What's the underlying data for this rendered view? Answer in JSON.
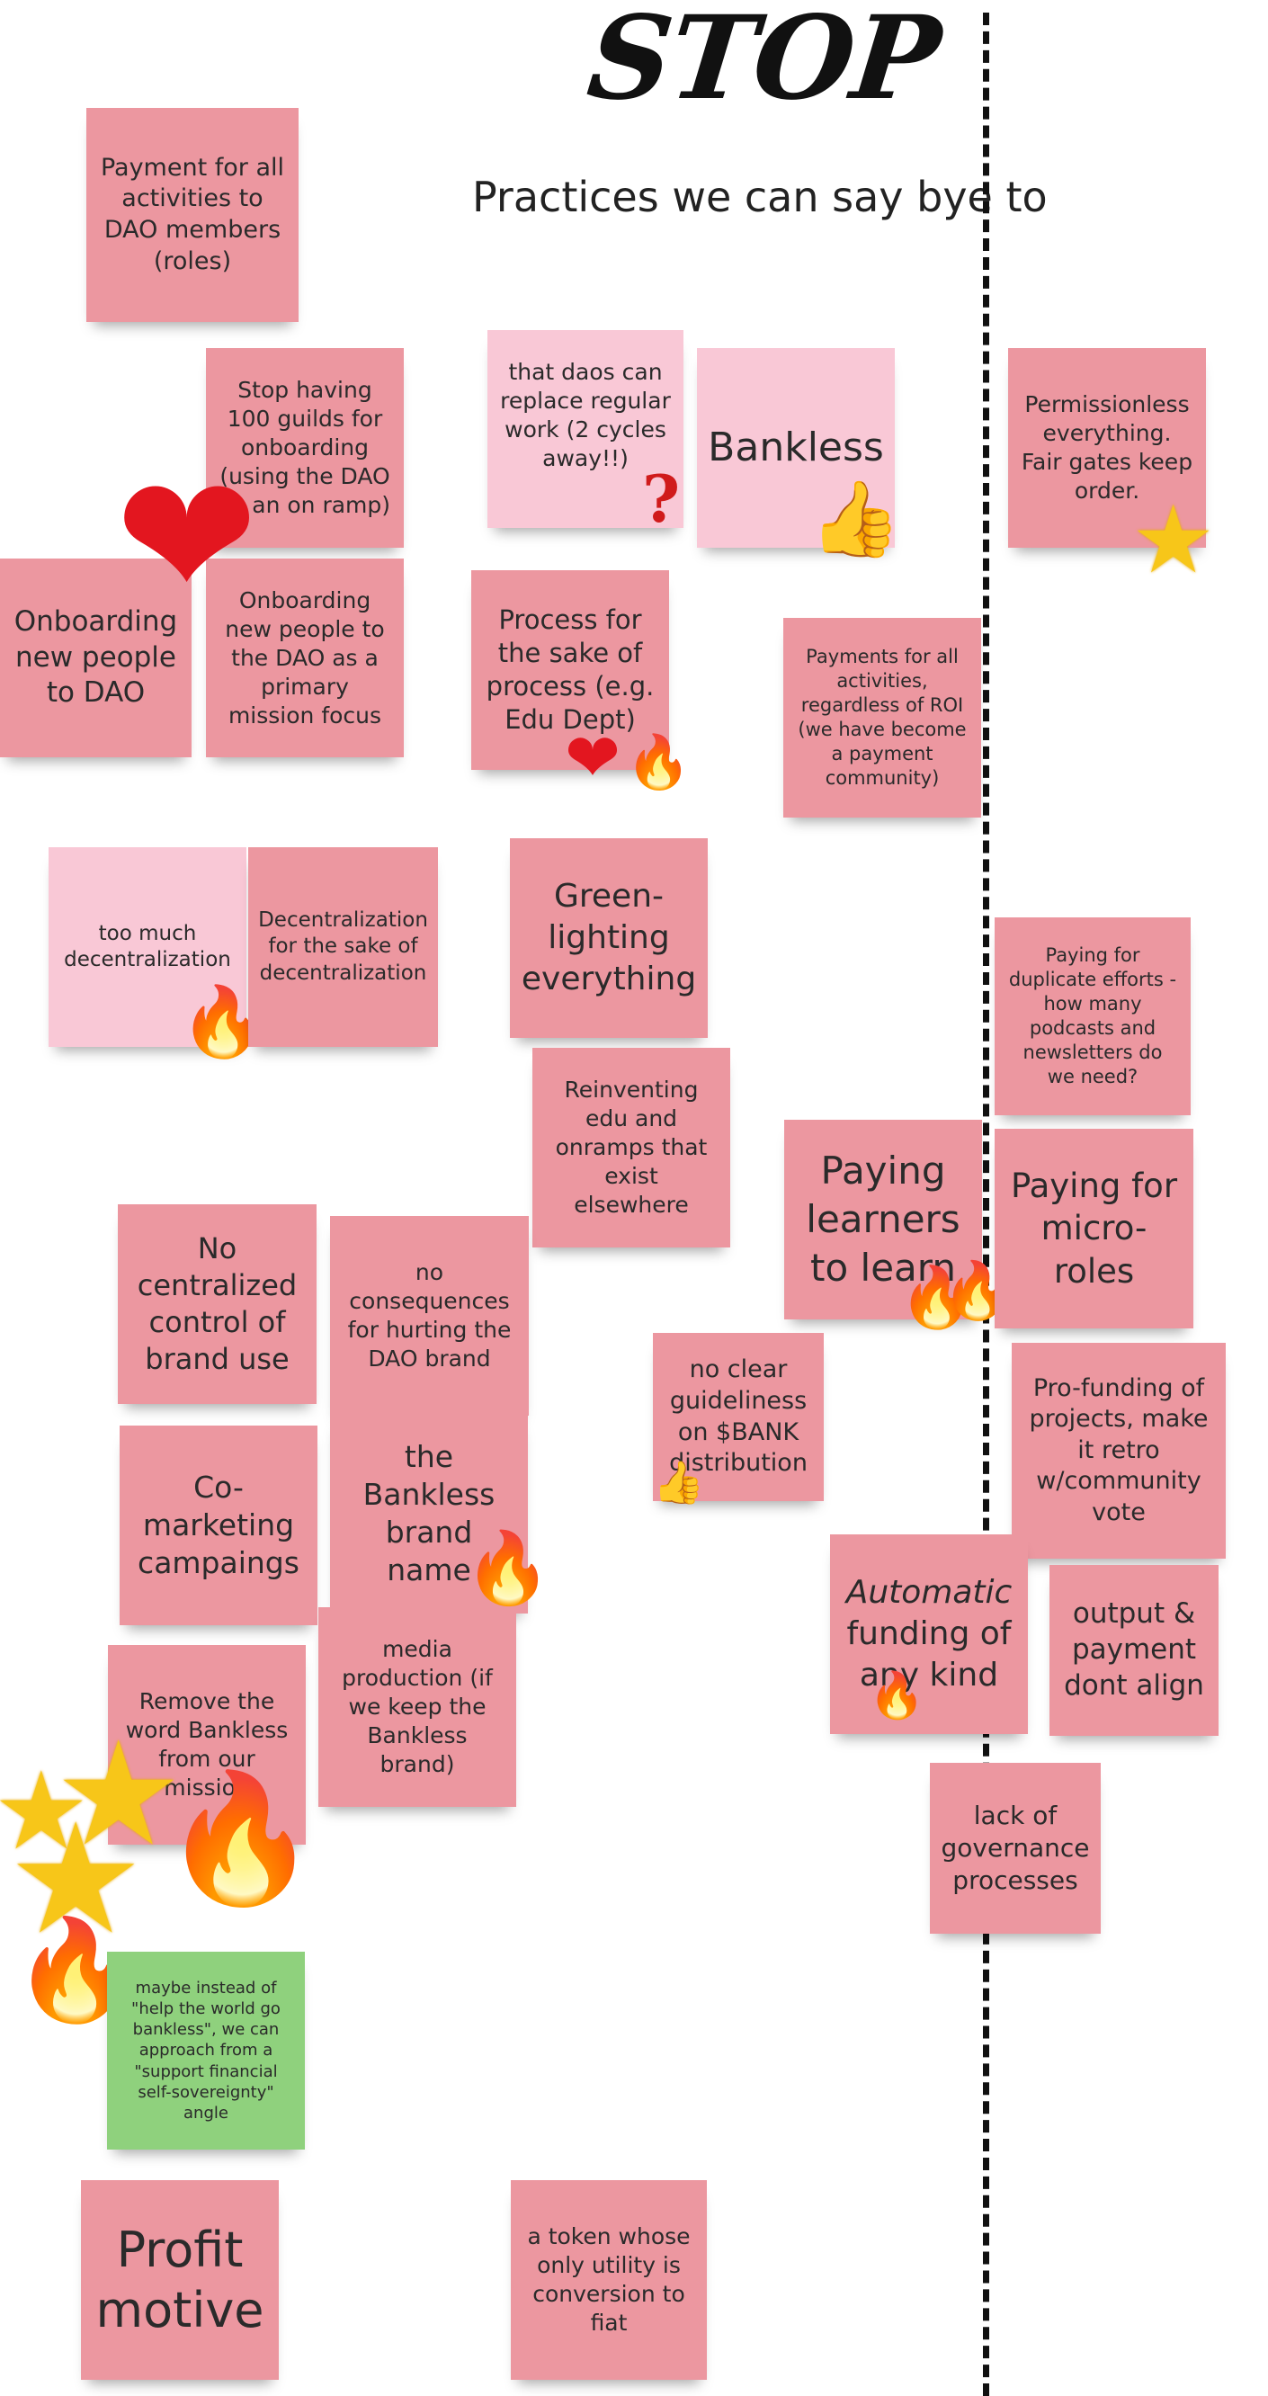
{
  "board": {
    "title": "STOP",
    "subtitle": "Practices we can say bye to"
  },
  "notes": {
    "n1": "Payment for all activities to DAO members (roles)",
    "n2": "Stop having 100 guilds for onboarding (using the DAO as an on ramp)",
    "n3": "that daos can replace regular work (2 cycles away!!)",
    "n4": "Bankless",
    "n5": "Permissionless everything. Fair gates keep order.",
    "n6": "Onboarding new people to DAO",
    "n7": "Onboarding new people to the DAO as a primary mission focus",
    "n8": "Process for the sake of process (e.g. Edu Dept)",
    "n9": "Payments for all activities, regardless of ROI (we have become a payment community)",
    "n10": "too much decentralization",
    "n11": "Decentralization for the sake of decentralization",
    "n12": "Green-lighting everything",
    "n13": "Paying for duplicate efforts - how many podcasts and newsletters do we need?",
    "n14": "Reinventing edu and onramps that exist elsewhere",
    "n15": "Paying learners to learn",
    "n16": "Paying for micro-roles",
    "n17": "No centralized control of brand use",
    "n18": "no consequences for hurting the DAO brand",
    "n19": "no clear guideliness on $BANK distribution",
    "n20": "Pro-funding of projects, make it retro w/community vote",
    "n21": "Co-marketing campaings",
    "n22": "the Bankless brand name",
    "n23_em": "Automatic",
    "n23_rest": "funding of any kind",
    "n24": "output & payment dont align",
    "n25": "Remove the word Bankless from our mission",
    "n26": "media production (if we keep the Bankless brand)",
    "n27": "lack of governance processes",
    "n28": "maybe instead of \"help the world go bankless\", we can approach from a \"support financial self-sovereignty\" angle",
    "n29": "Profit motive",
    "n30": "a token whose only utility is conversion to fiat"
  },
  "reactions": {
    "heart": "❤",
    "fire": "🔥",
    "star": "★",
    "thumbs": "👍",
    "question": "?"
  },
  "colors": {
    "sticky_pink": "#ec97a0",
    "sticky_light_pink": "#f9c8d6",
    "sticky_green": "#8fd17d",
    "divider": "#111111"
  }
}
